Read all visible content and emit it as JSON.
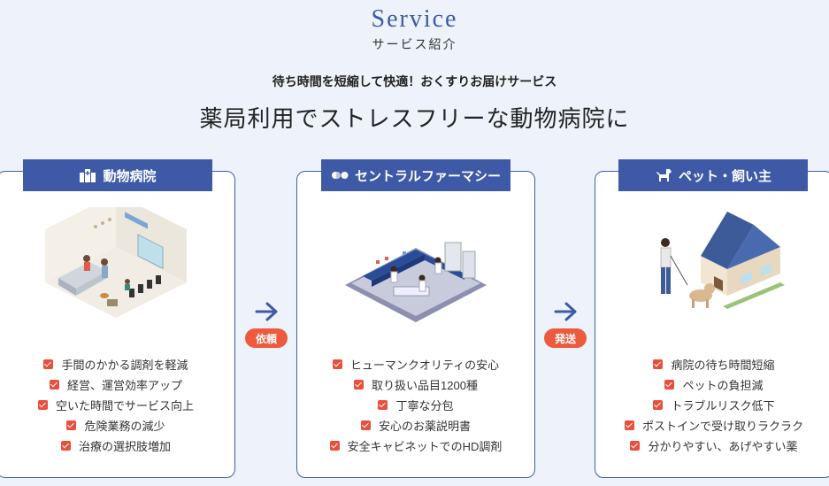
{
  "header": {
    "title": "Service",
    "subtitle": "サービス紹介",
    "tagline": "待ち時間を短縮して快適！おくすりお届けサービス",
    "headline": "薬局利用でストレスフリーな動物病院に"
  },
  "cards": [
    {
      "title": "動物病院",
      "icon": "hospital-building-icon",
      "features": [
        "手間のかかる調剤を軽減",
        "経営、運営効率アップ",
        "空いた時間でサービス向上",
        "危険業務の減少",
        "治療の選択肢増加"
      ]
    },
    {
      "title": "セントラルファーマシー",
      "icon": "pills-icon",
      "features": [
        "ヒューマンクオリティの安心",
        "取り扱い品目1200種",
        "丁寧な分包",
        "安心のお薬説明書",
        "安全キャビネットでのHD調剤"
      ]
    },
    {
      "title": "ペット・飼い主",
      "icon": "dog-icon",
      "features": [
        "病院の待ち時間短縮",
        "ペットの負担減",
        "トラブルリスク低下",
        "ポストインで受け取りラクラク",
        "分かりやすい、あげやすい薬"
      ]
    }
  ],
  "connectors": [
    {
      "label": "依頼",
      "icon": "arrow-right-icon"
    },
    {
      "label": "発送",
      "icon": "arrow-right-icon"
    }
  ],
  "colors": {
    "primary": "#3e5aa6",
    "accent": "#ee5a3d",
    "background": "#eef3fb"
  }
}
